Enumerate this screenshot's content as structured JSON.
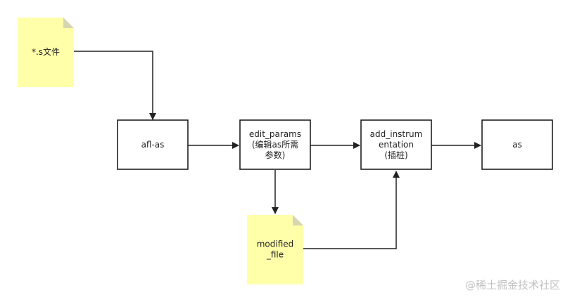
{
  "nodes": {
    "source_file": {
      "lines": [
        "*.s文件"
      ]
    },
    "afl_as": {
      "lines": [
        "afl-as"
      ]
    },
    "edit_params": {
      "lines": [
        "edit_params",
        "(编辑as所需",
        "参数)"
      ]
    },
    "add_instrumentation": {
      "lines": [
        "add_instrum",
        "entation",
        "(插桩)"
      ]
    },
    "as": {
      "lines": [
        "as"
      ]
    },
    "modified_file": {
      "lines": [
        "modified",
        "_file"
      ]
    }
  },
  "watermark": "@稀土掘金技术社区",
  "colors": {
    "note_fill": "#ffffaa",
    "note_fold": "#d6d6b0",
    "box_stroke": "#111111",
    "edge_stroke": "#222222",
    "text": "#222222",
    "watermark": "#c3c3c3"
  }
}
